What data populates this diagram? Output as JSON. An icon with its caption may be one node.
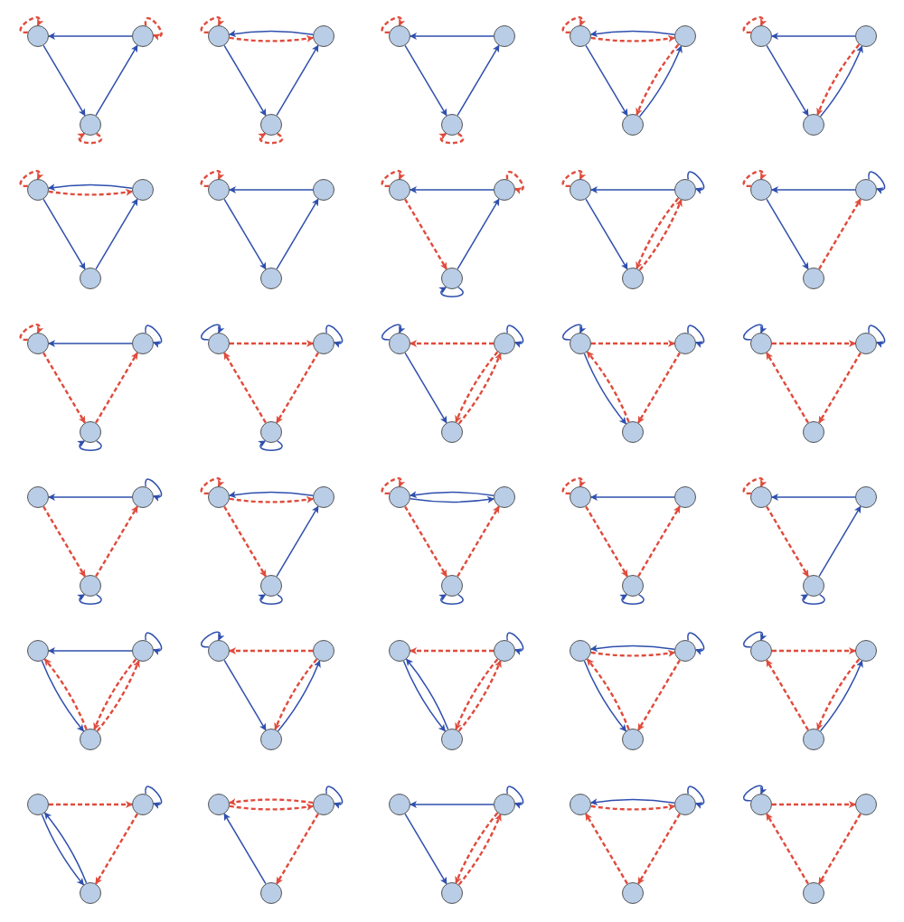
{
  "diagram": {
    "nodes": [
      {
        "text": [],
        "shape": "circle"
      },
      {
        "text": [],
        "shape": "circle"
      },
      {
        "text": [],
        "shape": "circle"
      },
      {
        "text": [],
        "shape": "circle"
      },
      {
        "text": [],
        "shape": "circle"
      },
      {
        "text": [],
        "shape": "circle"
      },
      {
        "text": [],
        "shape": "circle"
      },
      {
        "text": [],
        "shape": "circle"
      },
      {
        "text": [],
        "shape": "circle"
      },
      {
        "text": [],
        "shape": "circle"
      },
      {
        "text": [],
        "shape": "circle"
      },
      {
        "text": [],
        "shape": "circle"
      },
      {
        "text": [],
        "shape": "circle"
      },
      {
        "text": [],
        "shape": "circle"
      },
      {
        "text": [],
        "shape": "circle"
      },
      {
        "text": [],
        "shape": "circle"
      },
      {
        "text": [],
        "shape": "circle"
      },
      {
        "text": [],
        "shape": "circle"
      },
      {
        "text": [],
        "shape": "circle"
      },
      {
        "text": [],
        "shape": "circle"
      },
      {
        "text": [],
        "shape": "circle"
      },
      {
        "text": [],
        "shape": "circle"
      },
      {
        "text": [],
        "shape": "circle"
      },
      {
        "text": [],
        "shape": "circle"
      },
      {
        "text": [],
        "shape": "circle"
      },
      {
        "text": [],
        "shape": "circle"
      },
      {
        "text": [],
        "shape": "circle"
      },
      {
        "text": [],
        "shape": "circle"
      },
      {
        "text": [],
        "shape": "circle"
      },
      {
        "text": [],
        "shape": "circle"
      },
      {
        "text": [],
        "shape": "circle"
      },
      {
        "text": [],
        "shape": "circle"
      },
      {
        "text": [],
        "shape": "circle"
      },
      {
        "text": [],
        "shape": "circle"
      },
      {
        "text": [],
        "shape": "circle"
      },
      {
        "text": [],
        "shape": "circle"
      },
      {
        "text": [],
        "shape": "circle"
      },
      {
        "text": [],
        "shape": "circle"
      },
      {
        "text": [],
        "shape": "circle"
      },
      {
        "text": [],
        "shape": "circle"
      },
      {
        "text": [],
        "shape": "circle"
      },
      {
        "text": [],
        "shape": "circle"
      },
      {
        "text": [],
        "shape": "circle"
      },
      {
        "text": [],
        "shape": "circle"
      },
      {
        "text": [],
        "shape": "circle"
      },
      {
        "text": [],
        "shape": "circle"
      },
      {
        "text": [],
        "shape": "circle"
      },
      {
        "text": [],
        "shape": "circle"
      },
      {
        "text": [],
        "shape": "circle"
      },
      {
        "text": [],
        "shape": "circle"
      },
      {
        "text": [],
        "shape": "circle"
      },
      {
        "text": [],
        "shape": "circle"
      },
      {
        "text": [],
        "shape": "circle"
      },
      {
        "text": [],
        "shape": "circle"
      },
      {
        "text": [],
        "shape": "circle"
      },
      {
        "text": [],
        "shape": "circle"
      },
      {
        "text": [],
        "shape": "circle"
      },
      {
        "text": [],
        "shape": "circle"
      },
      {
        "text": [],
        "shape": "circle"
      },
      {
        "text": [],
        "shape": "circle"
      },
      {
        "text": [],
        "shape": "circle"
      },
      {
        "text": [],
        "shape": "circle"
      },
      {
        "text": [],
        "shape": "circle"
      },
      {
        "text": [],
        "shape": "circle"
      },
      {
        "text": [],
        "shape": "circle"
      },
      {
        "text": [],
        "shape": "circle"
      },
      {
        "text": [],
        "shape": "circle"
      },
      {
        "text": [],
        "shape": "circle"
      },
      {
        "text": [],
        "shape": "circle"
      },
      {
        "text": [],
        "shape": "circle"
      },
      {
        "text": [],
        "shape": "circle"
      },
      {
        "text": [],
        "shape": "circle"
      },
      {
        "text": [],
        "shape": "circle"
      },
      {
        "text": [],
        "shape": "circle"
      },
      {
        "text": [],
        "shape": "circle"
      },
      {
        "text": [],
        "shape": "circle"
      },
      {
        "text": [],
        "shape": "circle"
      },
      {
        "text": [],
        "shape": "circle"
      },
      {
        "text": [],
        "shape": "circle"
      },
      {
        "text": [],
        "shape": "circle"
      },
      {
        "text": [],
        "shape": "circle"
      },
      {
        "text": [],
        "shape": "circle"
      },
      {
        "text": [],
        "shape": "circle"
      },
      {
        "text": [],
        "shape": "circle"
      },
      {
        "text": [],
        "shape": "circle"
      },
      {
        "text": [],
        "shape": "circle"
      },
      {
        "text": [],
        "shape": "circle"
      },
      {
        "text": [],
        "shape": "circle"
      },
      {
        "text": [],
        "shape": "circle"
      },
      {
        "text": [],
        "shape": "circle"
      }
    ],
    "edges": [
      {
        "from": 0,
        "to": 0,
        "arrow": "to",
        "style": "dashed",
        "color": "#e04b3c"
      },
      {
        "from": 1,
        "to": 1,
        "arrow": "to",
        "style": "dashed",
        "color": "#e04b3c"
      },
      {
        "from": 2,
        "to": 2,
        "arrow": "to",
        "style": "dashed",
        "color": "#e04b3c"
      },
      {
        "from": 1,
        "to": 0,
        "arrow": "to"
      },
      {
        "from": 0,
        "to": 2,
        "arrow": "to"
      },
      {
        "from": 2,
        "to": 1,
        "arrow": "to"
      },
      {
        "from": 3,
        "to": 3,
        "arrow": "to",
        "style": "dashed",
        "color": "#e04b3c"
      },
      {
        "from": 5,
        "to": 5,
        "arrow": "to",
        "style": "dashed",
        "color": "#e04b3c"
      },
      {
        "from": 3,
        "to": 4,
        "arrow": "to",
        "style": "dashed",
        "color": "#e04b3c"
      },
      {
        "from": 4,
        "to": 3,
        "arrow": "to"
      },
      {
        "from": 3,
        "to": 5,
        "arrow": "to"
      },
      {
        "from": 5,
        "to": 4,
        "arrow": "to"
      },
      {
        "from": 6,
        "to": 6,
        "arrow": "to",
        "style": "dashed",
        "color": "#e04b3c"
      },
      {
        "from": 8,
        "to": 8,
        "arrow": "to",
        "style": "dashed",
        "color": "#e04b3c"
      },
      {
        "from": 7,
        "to": 6,
        "arrow": "to"
      },
      {
        "from": 6,
        "to": 8,
        "arrow": "to"
      },
      {
        "from": 8,
        "to": 7,
        "arrow": "to"
      },
      {
        "from": 9,
        "to": 9,
        "arrow": "to",
        "style": "dashed",
        "color": "#e04b3c"
      },
      {
        "from": 9,
        "to": 10,
        "arrow": "to",
        "style": "dashed",
        "color": "#e04b3c"
      },
      {
        "from": 10,
        "to": 9,
        "arrow": "to"
      },
      {
        "from": 9,
        "to": 11,
        "arrow": "to"
      },
      {
        "from": 11,
        "to": 10,
        "arrow": "to"
      },
      {
        "from": 10,
        "to": 11,
        "arrow": "to",
        "style": "dashed",
        "color": "#e04b3c"
      },
      {
        "from": 12,
        "to": 12,
        "arrow": "to",
        "style": "dashed",
        "color": "#e04b3c"
      },
      {
        "from": 13,
        "to": 12,
        "arrow": "to"
      },
      {
        "from": 12,
        "to": 14,
        "arrow": "to"
      },
      {
        "from": 14,
        "to": 13,
        "arrow": "to"
      },
      {
        "from": 13,
        "to": 14,
        "arrow": "to",
        "style": "dashed",
        "color": "#e04b3c"
      },
      {
        "from": 15,
        "to": 15,
        "arrow": "to",
        "style": "dashed",
        "color": "#e04b3c"
      },
      {
        "from": 15,
        "to": 16,
        "arrow": "to",
        "style": "dashed",
        "color": "#e04b3c"
      },
      {
        "from": 16,
        "to": 15,
        "arrow": "to"
      },
      {
        "from": 15,
        "to": 17,
        "arrow": "to"
      },
      {
        "from": 17,
        "to": 16,
        "arrow": "to"
      },
      {
        "from": 18,
        "to": 18,
        "arrow": "to",
        "style": "dashed",
        "color": "#e04b3c"
      },
      {
        "from": 19,
        "to": 18,
        "arrow": "to"
      },
      {
        "from": 18,
        "to": 20,
        "arrow": "to"
      },
      {
        "from": 20,
        "to": 19,
        "arrow": "to"
      },
      {
        "from": 21,
        "to": 21,
        "arrow": "to",
        "style": "dashed",
        "color": "#e04b3c"
      },
      {
        "from": 22,
        "to": 22,
        "arrow": "to",
        "style": "dashed",
        "color": "#e04b3c"
      },
      {
        "from": 23,
        "to": 23,
        "arrow": "to"
      },
      {
        "from": 22,
        "to": 21,
        "arrow": "to"
      },
      {
        "from": 21,
        "to": 23,
        "arrow": "to",
        "style": "dashed",
        "color": "#e04b3c"
      },
      {
        "from": 23,
        "to": 22,
        "arrow": "to"
      },
      {
        "from": 24,
        "to": 24,
        "arrow": "to",
        "style": "dashed",
        "color": "#e04b3c"
      },
      {
        "from": 25,
        "to": 25,
        "arrow": "to"
      },
      {
        "from": 25,
        "to": 24,
        "arrow": "to"
      },
      {
        "from": 24,
        "to": 26,
        "arrow": "to"
      },
      {
        "from": 26,
        "to": 25,
        "arrow": "to",
        "style": "dashed",
        "color": "#e04b3c"
      },
      {
        "from": 25,
        "to": 26,
        "arrow": "to",
        "style": "dashed",
        "color": "#e04b3c"
      },
      {
        "from": 27,
        "to": 27,
        "arrow": "to",
        "style": "dashed",
        "color": "#e04b3c"
      },
      {
        "from": 28,
        "to": 28,
        "arrow": "to"
      },
      {
        "from": 28,
        "to": 27,
        "arrow": "to"
      },
      {
        "from": 27,
        "to": 29,
        "arrow": "to"
      },
      {
        "from": 29,
        "to": 28,
        "arrow": "to",
        "style": "dashed",
        "color": "#e04b3c"
      },
      {
        "from": 30,
        "to": 30,
        "arrow": "to",
        "style": "dashed",
        "color": "#e04b3c"
      },
      {
        "from": 31,
        "to": 31,
        "arrow": "to"
      },
      {
        "from": 32,
        "to": 32,
        "arrow": "to"
      },
      {
        "from": 31,
        "to": 30,
        "arrow": "to"
      },
      {
        "from": 30,
        "to": 32,
        "arrow": "to",
        "style": "dashed",
        "color": "#e04b3c"
      },
      {
        "from": 32,
        "to": 31,
        "arrow": "to",
        "style": "dashed",
        "color": "#e04b3c"
      },
      {
        "from": 33,
        "to": 33,
        "arrow": "to"
      },
      {
        "from": 34,
        "to": 34,
        "arrow": "to"
      },
      {
        "from": 35,
        "to": 35,
        "arrow": "to"
      },
      {
        "from": 33,
        "to": 34,
        "arrow": "to",
        "style": "dashed",
        "color": "#e04b3c"
      },
      {
        "from": 35,
        "to": 33,
        "arrow": "to",
        "style": "dashed",
        "color": "#e04b3c"
      },
      {
        "from": 34,
        "to": 35,
        "arrow": "to",
        "style": "dashed",
        "color": "#e04b3c"
      },
      {
        "from": 36,
        "to": 36,
        "arrow": "to"
      },
      {
        "from": 37,
        "to": 37,
        "arrow": "to"
      },
      {
        "from": 37,
        "to": 36,
        "arrow": "to",
        "style": "dashed",
        "color": "#e04b3c"
      },
      {
        "from": 36,
        "to": 38,
        "arrow": "to"
      },
      {
        "from": 38,
        "to": 37,
        "arrow": "to",
        "style": "dashed",
        "color": "#e04b3c"
      },
      {
        "from": 37,
        "to": 38,
        "arrow": "to",
        "style": "dashed",
        "color": "#e04b3c"
      },
      {
        "from": 39,
        "to": 39,
        "arrow": "to"
      },
      {
        "from": 40,
        "to": 40,
        "arrow": "to"
      },
      {
        "from": 39,
        "to": 40,
        "arrow": "to",
        "style": "dashed",
        "color": "#e04b3c"
      },
      {
        "from": 39,
        "to": 41,
        "arrow": "to"
      },
      {
        "from": 41,
        "to": 39,
        "arrow": "to",
        "style": "dashed",
        "color": "#e04b3c"
      },
      {
        "from": 40,
        "to": 41,
        "arrow": "to",
        "style": "dashed",
        "color": "#e04b3c"
      },
      {
        "from": 42,
        "to": 42,
        "arrow": "to"
      },
      {
        "from": 43,
        "to": 43,
        "arrow": "to"
      },
      {
        "from": 42,
        "to": 43,
        "arrow": "to",
        "style": "dashed",
        "color": "#e04b3c"
      },
      {
        "from": 44,
        "to": 42,
        "arrow": "to",
        "style": "dashed",
        "color": "#e04b3c"
      },
      {
        "from": 43,
        "to": 44,
        "arrow": "to",
        "style": "dashed",
        "color": "#e04b3c"
      },
      {
        "from": 46,
        "to": 46,
        "arrow": "to"
      },
      {
        "from": 47,
        "to": 47,
        "arrow": "to"
      },
      {
        "from": 46,
        "to": 45,
        "arrow": "to"
      },
      {
        "from": 45,
        "to": 47,
        "arrow": "to",
        "style": "dashed",
        "color": "#e04b3c"
      },
      {
        "from": 47,
        "to": 46,
        "arrow": "to",
        "style": "dashed",
        "color": "#e04b3c"
      },
      {
        "from": 48,
        "to": 48,
        "arrow": "to",
        "style": "dashed",
        "color": "#e04b3c"
      },
      {
        "from": 50,
        "to": 50,
        "arrow": "to"
      },
      {
        "from": 48,
        "to": 49,
        "arrow": "to",
        "style": "dashed",
        "color": "#e04b3c"
      },
      {
        "from": 49,
        "to": 48,
        "arrow": "to"
      },
      {
        "from": 48,
        "to": 50,
        "arrow": "to",
        "style": "dashed",
        "color": "#e04b3c"
      },
      {
        "from": 50,
        "to": 49,
        "arrow": "to"
      },
      {
        "from": 51,
        "to": 51,
        "arrow": "to",
        "style": "dashed",
        "color": "#e04b3c"
      },
      {
        "from": 53,
        "to": 53,
        "arrow": "to"
      },
      {
        "from": 51,
        "to": 52,
        "arrow": "to"
      },
      {
        "from": 52,
        "to": 51,
        "arrow": "to"
      },
      {
        "from": 51,
        "to": 53,
        "arrow": "to",
        "style": "dashed",
        "color": "#e04b3c"
      },
      {
        "from": 53,
        "to": 52,
        "arrow": "to",
        "style": "dashed",
        "color": "#e04b3c"
      },
      {
        "from": 54,
        "to": 54,
        "arrow": "to",
        "style": "dashed",
        "color": "#e04b3c"
      },
      {
        "from": 56,
        "to": 56,
        "arrow": "to"
      },
      {
        "from": 55,
        "to": 54,
        "arrow": "to"
      },
      {
        "from": 54,
        "to": 56,
        "arrow": "to",
        "style": "dashed",
        "color": "#e04b3c"
      },
      {
        "from": 56,
        "to": 55,
        "arrow": "to",
        "style": "dashed",
        "color": "#e04b3c"
      },
      {
        "from": 57,
        "to": 57,
        "arrow": "to",
        "style": "dashed",
        "color": "#e04b3c"
      },
      {
        "from": 59,
        "to": 59,
        "arrow": "to"
      },
      {
        "from": 58,
        "to": 57,
        "arrow": "to"
      },
      {
        "from": 57,
        "to": 59,
        "arrow": "to",
        "style": "dashed",
        "color": "#e04b3c"
      },
      {
        "from": 59,
        "to": 58,
        "arrow": "to"
      },
      {
        "from": 61,
        "to": 61,
        "arrow": "to"
      },
      {
        "from": 61,
        "to": 60,
        "arrow": "to"
      },
      {
        "from": 62,
        "to": 60,
        "arrow": "to",
        "style": "dashed",
        "color": "#e04b3c"
      },
      {
        "from": 60,
        "to": 62,
        "arrow": "to"
      },
      {
        "from": 62,
        "to": 61,
        "arrow": "to",
        "style": "dashed",
        "color": "#e04b3c"
      },
      {
        "from": 61,
        "to": 62,
        "arrow": "to",
        "style": "dashed",
        "color": "#e04b3c"
      },
      {
        "from": 63,
        "to": 63,
        "arrow": "to"
      },
      {
        "from": 64,
        "to": 63,
        "arrow": "to",
        "style": "dashed",
        "color": "#e04b3c"
      },
      {
        "from": 63,
        "to": 65,
        "arrow": "to"
      },
      {
        "from": 65,
        "to": 64,
        "arrow": "to"
      },
      {
        "from": 64,
        "to": 65,
        "arrow": "to",
        "style": "dashed",
        "color": "#e04b3c"
      },
      {
        "from": 67,
        "to": 67,
        "arrow": "to"
      },
      {
        "from": 67,
        "to": 66,
        "arrow": "to",
        "style": "dashed",
        "color": "#e04b3c"
      },
      {
        "from": 68,
        "to": 66,
        "arrow": "to"
      },
      {
        "from": 66,
        "to": 68,
        "arrow": "to"
      },
      {
        "from": 68,
        "to": 67,
        "arrow": "to",
        "style": "dashed",
        "color": "#e04b3c"
      },
      {
        "from": 67,
        "to": 68,
        "arrow": "to",
        "style": "dashed",
        "color": "#e04b3c"
      },
      {
        "from": 70,
        "to": 70,
        "arrow": "to"
      },
      {
        "from": 69,
        "to": 70,
        "arrow": "to",
        "style": "dashed",
        "color": "#e04b3c"
      },
      {
        "from": 70,
        "to": 69,
        "arrow": "to"
      },
      {
        "from": 71,
        "to": 69,
        "arrow": "to",
        "style": "dashed",
        "color": "#e04b3c"
      },
      {
        "from": 69,
        "to": 71,
        "arrow": "to"
      },
      {
        "from": 70,
        "to": 71,
        "arrow": "to",
        "style": "dashed",
        "color": "#e04b3c"
      },
      {
        "from": 72,
        "to": 72,
        "arrow": "to"
      },
      {
        "from": 72,
        "to": 73,
        "arrow": "to",
        "style": "dashed",
        "color": "#e04b3c"
      },
      {
        "from": 74,
        "to": 72,
        "arrow": "to",
        "style": "dashed",
        "color": "#e04b3c"
      },
      {
        "from": 74,
        "to": 73,
        "arrow": "to"
      },
      {
        "from": 73,
        "to": 74,
        "arrow": "to",
        "style": "dashed",
        "color": "#e04b3c"
      },
      {
        "from": 76,
        "to": 76,
        "arrow": "to"
      },
      {
        "from": 75,
        "to": 76,
        "arrow": "to",
        "style": "dashed",
        "color": "#e04b3c"
      },
      {
        "from": 77,
        "to": 75,
        "arrow": "to"
      },
      {
        "from": 75,
        "to": 77,
        "arrow": "to"
      },
      {
        "from": 76,
        "to": 77,
        "arrow": "to",
        "style": "dashed",
        "color": "#e04b3c"
      },
      {
        "from": 79,
        "to": 79,
        "arrow": "to"
      },
      {
        "from": 78,
        "to": 79,
        "arrow": "to",
        "style": "dashed",
        "color": "#e04b3c"
      },
      {
        "from": 79,
        "to": 78,
        "arrow": "to",
        "style": "dashed",
        "color": "#e04b3c"
      },
      {
        "from": 80,
        "to": 78,
        "arrow": "to"
      },
      {
        "from": 79,
        "to": 80,
        "arrow": "to",
        "style": "dashed",
        "color": "#e04b3c"
      },
      {
        "from": 82,
        "to": 82,
        "arrow": "to"
      },
      {
        "from": 82,
        "to": 81,
        "arrow": "to"
      },
      {
        "from": 81,
        "to": 83,
        "arrow": "to"
      },
      {
        "from": 83,
        "to": 82,
        "arrow": "to",
        "style": "dashed",
        "color": "#e04b3c"
      },
      {
        "from": 82,
        "to": 83,
        "arrow": "to",
        "style": "dashed",
        "color": "#e04b3c"
      },
      {
        "from": 85,
        "to": 85,
        "arrow": "to"
      },
      {
        "from": 84,
        "to": 85,
        "arrow": "to",
        "style": "dashed",
        "color": "#e04b3c"
      },
      {
        "from": 85,
        "to": 84,
        "arrow": "to"
      },
      {
        "from": 86,
        "to": 84,
        "arrow": "to",
        "style": "dashed",
        "color": "#e04b3c"
      },
      {
        "from": 85,
        "to": 86,
        "arrow": "to",
        "style": "dashed",
        "color": "#e04b3c"
      },
      {
        "from": 87,
        "to": 87,
        "arrow": "to"
      },
      {
        "from": 87,
        "to": 88,
        "arrow": "to",
        "style": "dashed",
        "color": "#e04b3c"
      },
      {
        "from": 89,
        "to": 87,
        "arrow": "to",
        "style": "dashed",
        "color": "#e04b3c"
      },
      {
        "from": 88,
        "to": 89,
        "arrow": "to",
        "style": "dashed",
        "color": "#e04b3c"
      }
    ]
  }
}
